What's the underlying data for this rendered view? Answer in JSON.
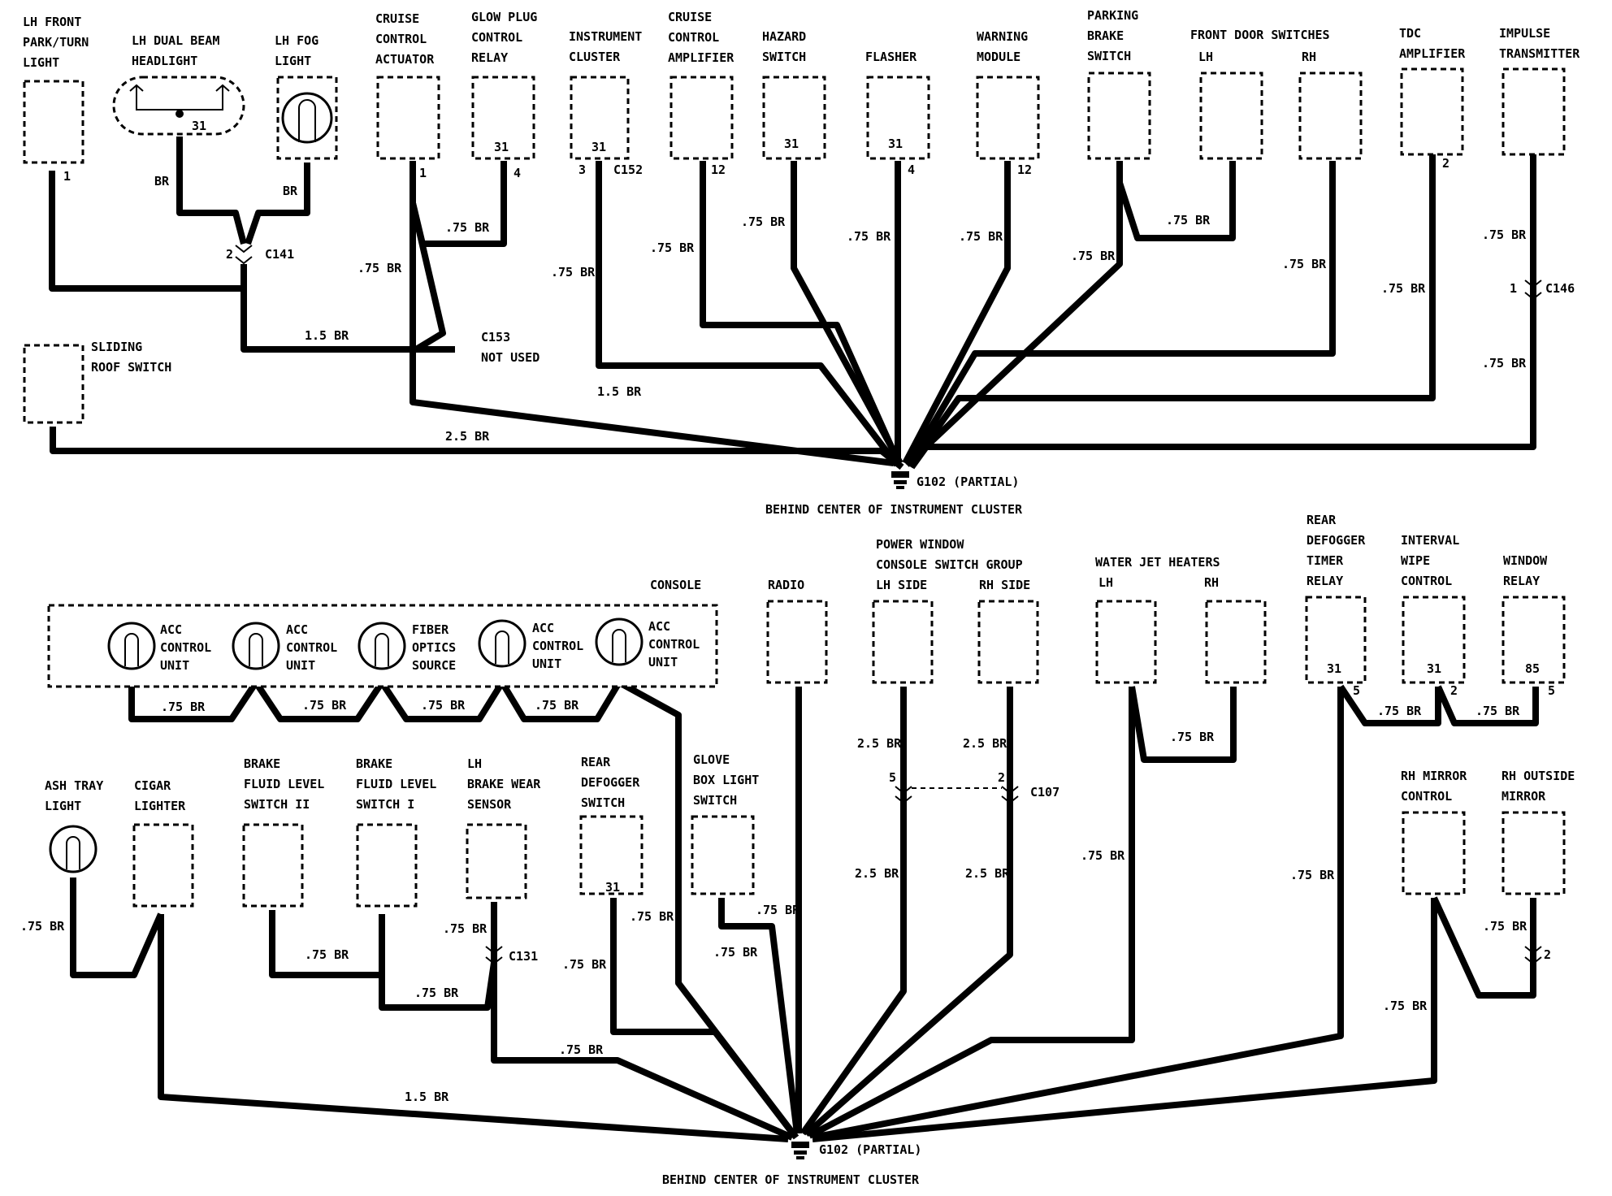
{
  "top": {
    "lh_front_park_turn": [
      "LH FRONT",
      "PARK/TURN",
      "LIGHT"
    ],
    "lh_dual_beam": [
      "LH DUAL BEAM",
      "HEADLIGHT"
    ],
    "lh_fog": [
      "LH FOG",
      "LIGHT"
    ],
    "cruise_actuator": [
      "CRUISE",
      "CONTROL",
      "ACTUATOR"
    ],
    "glow_plug": [
      "GLOW PLUG",
      "CONTROL",
      "RELAY"
    ],
    "instrument_cluster": [
      "INSTRUMENT",
      "CLUSTER"
    ],
    "cruise_amplifier": [
      "CRUISE",
      "CONTROL",
      "AMPLIFIER"
    ],
    "hazard_switch": [
      "HAZARD",
      "SWITCH"
    ],
    "flasher": [
      "FLASHER"
    ],
    "warning_module": [
      "WARNING",
      "MODULE"
    ],
    "parking_brake": [
      "PARKING",
      "BRAKE",
      "SWITCH"
    ],
    "front_door_switches": [
      "FRONT DOOR SWITCHES"
    ],
    "lh": "LH",
    "rh": "RH",
    "tdc_amplifier": [
      "TDC",
      "AMPLIFIER"
    ],
    "impulse_transmitter": [
      "IMPULSE",
      "TRANSMITTER"
    ],
    "sliding_roof": [
      "SLIDING",
      "ROOF SWITCH"
    ],
    "c153": "C153",
    "not_used": "NOT USED",
    "ground": "G102 (PARTIAL)",
    "ground_location": "BEHIND CENTER OF INSTRUMENT CLUSTER"
  },
  "bottom": {
    "console": "CONSOLE",
    "acc_unit": [
      "ACC",
      "CONTROL",
      "UNIT"
    ],
    "fiber_optics": [
      "FIBER",
      "OPTICS",
      "SOURCE"
    ],
    "radio": "RADIO",
    "power_window": [
      "POWER WINDOW",
      "CONSOLE SWITCH GROUP"
    ],
    "lh_side": "LH SIDE",
    "rh_side": "RH SIDE",
    "water_jet": [
      "WATER JET HEATERS"
    ],
    "lh": "LH",
    "rh": "RH",
    "rear_defogger_timer": [
      "REAR",
      "DEFOGGER",
      "TIMER",
      "RELAY"
    ],
    "interval_wipe": [
      "INTERVAL",
      "WIPE",
      "CONTROL"
    ],
    "window_relay": [
      "WINDOW",
      "RELAY"
    ],
    "ash_tray": [
      "ASH TRAY",
      "LIGHT"
    ],
    "cigar_lighter": [
      "CIGAR",
      "LIGHTER"
    ],
    "brake_fluid_2": [
      "BRAKE",
      "FLUID LEVEL",
      "SWITCH II"
    ],
    "brake_fluid_1": [
      "BRAKE",
      "FLUID LEVEL",
      "SWITCH I"
    ],
    "brake_wear": [
      "LH",
      "BRAKE WEAR",
      "SENSOR"
    ],
    "rear_defogger_switch": [
      "REAR",
      "DEFOGGER",
      "SWITCH"
    ],
    "glove_box": [
      "GLOVE",
      "BOX LIGHT",
      "SWITCH"
    ],
    "rh_mirror_control": [
      "RH MIRROR",
      "CONTROL"
    ],
    "rh_outside_mirror": [
      "RH OUTSIDE",
      "MIRROR"
    ],
    "ground": "G102 (PARTIAL)",
    "ground_location": "BEHIND CENTER OF INSTRUMENT CLUSTER"
  },
  "wire_labels": {
    "w075": ".75 BR",
    "w15": "1.5 BR",
    "w25": "2.5 BR",
    "br": "BR"
  },
  "pins": {
    "p1": "1",
    "p2": "2",
    "p3": "3",
    "p4": "4",
    "p5": "5",
    "p12": "12",
    "p31": "31",
    "p85": "85"
  },
  "connectors": {
    "c141": "C141",
    "c152": "C152",
    "c146": "C146",
    "c107": "C107",
    "c131": "C131"
  }
}
